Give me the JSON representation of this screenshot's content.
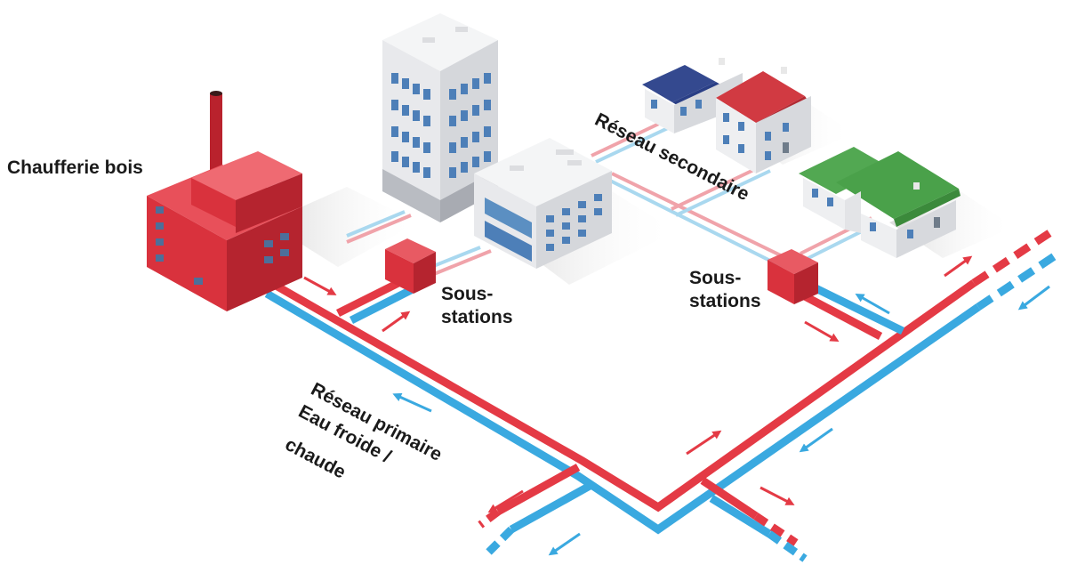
{
  "labels": {
    "boiler": "Chaufferie bois",
    "substation_left_1": "Sous-",
    "substation_left_2": "stations",
    "substation_right_1": "Sous-",
    "substation_right_2": "stations",
    "secondary_network": "Réseau secondaire",
    "primary_network_1": "Réseau primaire",
    "primary_network_2": "Eau froide /",
    "primary_network_3": "chaude"
  },
  "colors": {
    "hot_pipe": "#e43a45",
    "cold_pipe": "#3aa9e0",
    "hot_secondary": "#f0a3aa",
    "cold_secondary": "#a9d8ef",
    "boiler": "#d9323d",
    "substation": "#dd3a45",
    "roof_blue": "#2a3f86",
    "roof_red": "#c9333c",
    "roof_green": "#4aa14a",
    "office_glass": "#5b8fc2"
  },
  "icons": [
    "boiler-icon",
    "tower-building-icon",
    "office-building-icon",
    "house-blue-roof-icon",
    "house-red-roof-icon",
    "house-green-roof-icon",
    "substation-icon",
    "flow-arrow-icon"
  ]
}
